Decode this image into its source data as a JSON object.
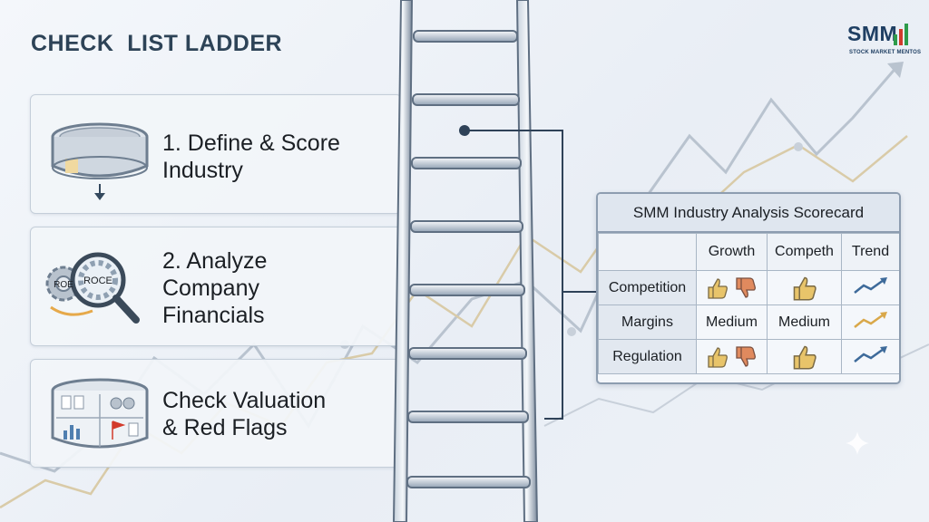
{
  "page": {
    "title": "CHECK  LIST LADDER"
  },
  "logo": {
    "text": "SMM",
    "tagline": "STOCK MARKET MENTOS",
    "colors": {
      "navy": "#1f3f63",
      "green": "#2e9b4a",
      "red": "#d23b2c"
    }
  },
  "steps": [
    {
      "lines": [
        "1. Define & Score",
        "Industry"
      ],
      "icon": "sieve-icon"
    },
    {
      "lines": [
        "2. Analyze",
        "Company",
        "Financials"
      ],
      "icon": "magnifier-gears-icon",
      "icon_labels": [
        "ROE",
        "ROCE"
      ]
    },
    {
      "lines": [
        "Check Valuation",
        "& Red Flags"
      ],
      "icon": "sieve-reports-icon"
    }
  ],
  "scorecard": {
    "title": "SMM Industry Analysis Scorecard",
    "columns": [
      "Growth",
      "Competh",
      "Trend"
    ],
    "rows": [
      {
        "label": "Competition",
        "cells": [
          {
            "type": "thumbs-up-down"
          },
          {
            "type": "thumbs-up"
          },
          {
            "type": "trend-arrow"
          }
        ]
      },
      {
        "label": "Margins",
        "cells": [
          {
            "type": "text",
            "value": "Medium"
          },
          {
            "type": "text",
            "value": "Medium"
          },
          {
            "type": "trend-arrow"
          }
        ]
      },
      {
        "label": "Regulation",
        "cells": [
          {
            "type": "thumbs-up-down"
          },
          {
            "type": "thumbs-up"
          },
          {
            "type": "trend-arrow"
          }
        ]
      }
    ]
  },
  "colors": {
    "title": "#2d4357",
    "ladder_rail": "#8796a8",
    "ladder_rung": "#a7b4c3",
    "connector": "#2f4258",
    "thumb_up": "#e8c46a",
    "thumb_down": "#e08a5e",
    "trend_arrow": "#3d6a9a"
  }
}
